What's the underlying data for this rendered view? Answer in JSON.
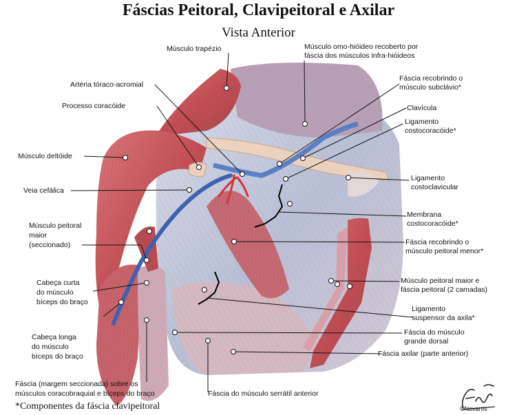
{
  "title": "Fáscias Peitoral, Clavipeitoral e Axilar",
  "subtitle": "Vista Anterior",
  "footnote": "*Componentes da fáscia clavipeitoral",
  "signature": {
    "artist": "F. Netter",
    "company": "©Novartis"
  },
  "colors": {
    "muscle": "#c9585a",
    "fascia": "#c9cfe0",
    "vein": "#3d63b0",
    "artery": "#d33",
    "bone": "#e8cdb8"
  },
  "labels": {
    "musculo_trapezio": "Músculo trapézio",
    "omo_hioideo_1": "Músculo omo-hióideo recoberto por",
    "omo_hioideo_2": "fáscia dos músculos infra-hióideos",
    "arteria_toraco": "Artéria tóraco-acromial",
    "fascia_subclavio_1": "Fáscia recobrindo o",
    "fascia_subclavio_2": "músculo subclávio*",
    "processo_coracoide": "Processo coracóide",
    "clavicula": "Clavícula",
    "lig_costocoracoide_1": "Ligamento",
    "lig_costocoracoide_2": "costocoracóide*",
    "musculo_deltoide": "Músculo deltóide",
    "lig_costoclavicular_1": "Ligamento",
    "lig_costoclavicular_2": "costoclavicular",
    "veia_cefalica": "Veia cefálica",
    "membrana_1": "Membrana",
    "membrana_2": "costocoracóide*",
    "peitoral_maior_1": "Músculo peitoral",
    "peitoral_maior_2": "maior",
    "peitoral_maior_3": "(seccionado)",
    "fascia_peitoral_menor_1": "Fáscia recobrindo o",
    "fascia_peitoral_menor_2": "músculo peitoral menor*",
    "cabeca_curta_1": "Cabeça curta",
    "cabeca_curta_2": "do músculo",
    "cabeca_curta_3": "bíceps do braço",
    "peitoral_fascia_1": "Músculo peitoral maior e",
    "peitoral_fascia_2": "fáscia peitoral (2 camadas)",
    "lig_suspensor_1": "Ligamento",
    "lig_suspensor_2": "suspensor da axila*",
    "cabeca_longa_1": "Cabeça longa",
    "cabeca_longa_2": "do músculo",
    "cabeca_longa_3": "bíceps do braço",
    "grande_dorsal_1": "Fáscia do músculo",
    "grande_dorsal_2": "grande dorsal",
    "fascia_axilar": "Fáscia axilar (parte anterior)",
    "fascia_margem_1": "Fáscia (margem seccionada) sobre os",
    "fascia_margem_2": "músculos coracobraquial e bíceps do braço",
    "serratil": "Fáscia do músculo serrátil anterior"
  }
}
